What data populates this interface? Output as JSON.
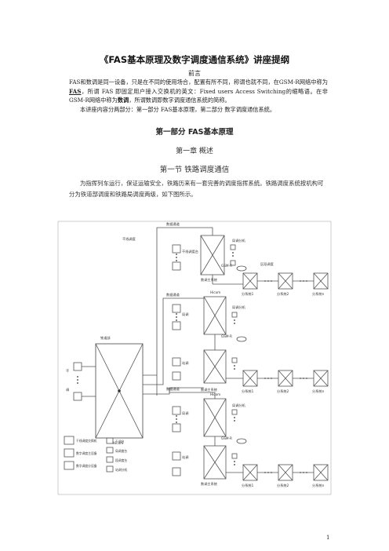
{
  "doc": {
    "title": "《FAS基本原理及数字调度通信系统》讲座提纲",
    "preface_heading": "前言",
    "preface_p1_a": "FAS和数调是同一设备，只是在不同的使用场合，配置有所不同，称谓也就不同，在GSM-R网络中称为",
    "preface_p1_fas": "FAS",
    "preface_p1_b": "，所谓 FAS 即固定用户接入交换机的英文：Fixed users Access Switching的缩略语。在非GSM-R网络中称为",
    "preface_p1_shudiao": "数调",
    "preface_p1_c": "，所谓数调即数字调度通信系统的简称。",
    "preface_p2": "本讲座内容分两部分：第一部分 FAS基本原理，第二部分 数字调度通信系统。",
    "part1_heading": "第一部分   FAS基本原理",
    "chapter1": "第一章    概述",
    "section1": "第一节  铁路调度通信",
    "body_p1": "为指挥列车运行，保证运输安全，铁路历来有一套完善的调度指挥系统。铁路调度系统按机构可分为铁道部调度和铁路局调度两级，如下图所示。",
    "page_number": "1"
  },
  "diagram": {
    "labels": {
      "digital_channel": "数据通道",
      "trunk_dispatch": "干线调度",
      "trunk_console": "干线调度台",
      "dispatch_host": "数调主系统",
      "station_ext": "局调分机",
      "district_dispatch": "区段调度",
      "railway_ministry": "铁道部",
      "hicom": "Hicom",
      "gsmr": "GSM-R",
      "sub1": "分系统1",
      "sub2": "分系统2",
      "subn": "分系统n",
      "bureau_dispatch": "局调",
      "station_dispatch": "站调",
      "dry": "干",
      "adjust": "调"
    },
    "legend": [
      "干线调度交换机",
      "数字调度主设备",
      "数字调度分设备",
      "干调台",
      "局调度台",
      "段调度台",
      "站调分机"
    ]
  }
}
